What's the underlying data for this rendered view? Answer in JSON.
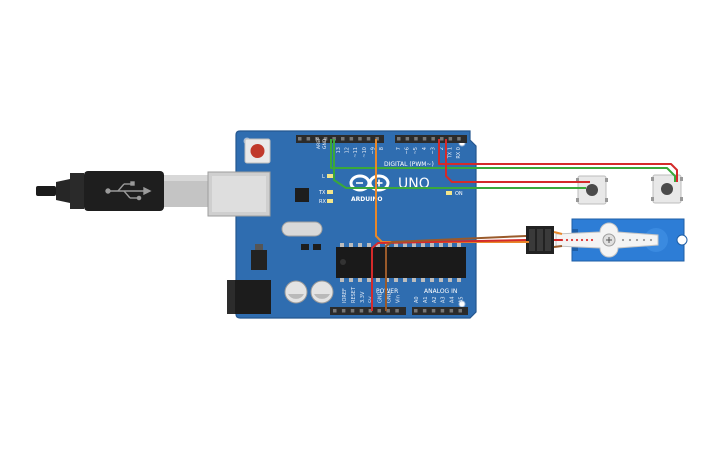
{
  "board": {
    "model": "UNO",
    "brand": "ARDUINO",
    "label_digital": "DIGITAL (PWM~)",
    "label_analog": "ANALOG IN",
    "label_power": "POWER",
    "label_aref": "AREF",
    "label_gnd": "GND",
    "label_l": "L",
    "label_tx": "TX",
    "label_rx": "RX",
    "label_on": "ON",
    "digital_pins": [
      "13",
      "12",
      "~11",
      "~10",
      "~9",
      "8",
      "7",
      "~6",
      "~5",
      "4",
      "~3",
      "2",
      "TX 1",
      "RX 0"
    ],
    "power_pins": [
      "IOREF",
      "RESET",
      "3.3V",
      "5V",
      "GND",
      "GND",
      "Vin"
    ],
    "analog_pins": [
      "A0",
      "A1",
      "A2",
      "A3",
      "A4",
      "A5"
    ]
  },
  "colors": {
    "board": "#2f6db0",
    "board_edge": "#25578f",
    "header": "#2b2b2b",
    "wire_green": "#3aa83a",
    "wire_red": "#d42a2a",
    "wire_orange": "#e8882a",
    "wire_brown": "#9a5a2a",
    "servo": "#2d7dd6",
    "usb_plug": "#222222",
    "usb_metal": "#c9c9c9"
  },
  "components": {
    "usb_icon": "usb-icon",
    "reset_button_icon": "reset-button-icon",
    "servo_icon": "servo-motor-icon",
    "pushbutton_icon": "pushbutton-icon"
  }
}
